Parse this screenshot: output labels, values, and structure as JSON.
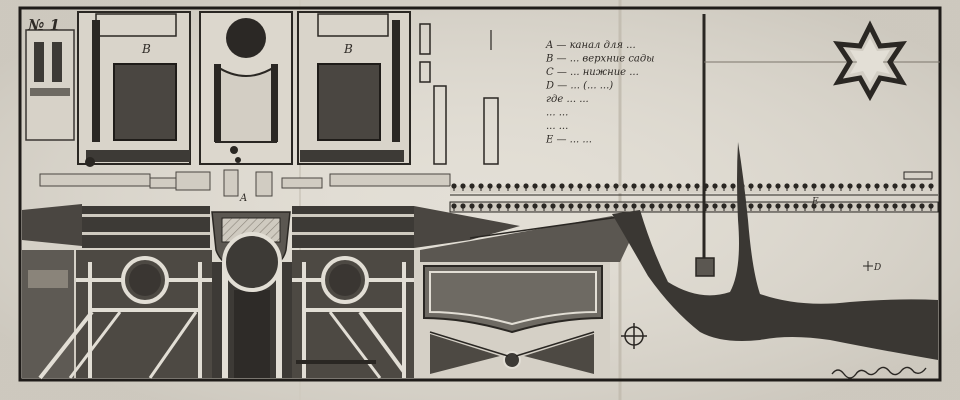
{
  "sheet": {
    "number": "№ 1",
    "signature": "signature (handwritten)",
    "colors": {
      "paper": "#e9e6de",
      "ink": "#2a2723",
      "dark_fill": "#3d3a36",
      "medium_fill": "#6e6a63",
      "water": "#3a3733"
    }
  },
  "legend": [
    {
      "letter": "A",
      "text": "— канал для ..."
    },
    {
      "letter": "B",
      "text": "— ... верхние сады"
    },
    {
      "letter": "C",
      "text": "— ... нижние ..."
    },
    {
      "letter": "D",
      "text": "— ... (... ...)"
    },
    {
      "letter": "",
      "text": "где ... ..."
    },
    {
      "letter": "",
      "text": "... ..."
    },
    {
      "letter": "",
      "text": "... ..."
    },
    {
      "letter": "E",
      "text": "— ... ..."
    }
  ],
  "map_letters": {
    "parterre_left": "B",
    "parterre_right": "B",
    "canal": "A",
    "right_area": "D",
    "alley": "E"
  },
  "icons": {
    "star_fort": "star-fort-icon",
    "compass": "compass-rose-icon"
  }
}
